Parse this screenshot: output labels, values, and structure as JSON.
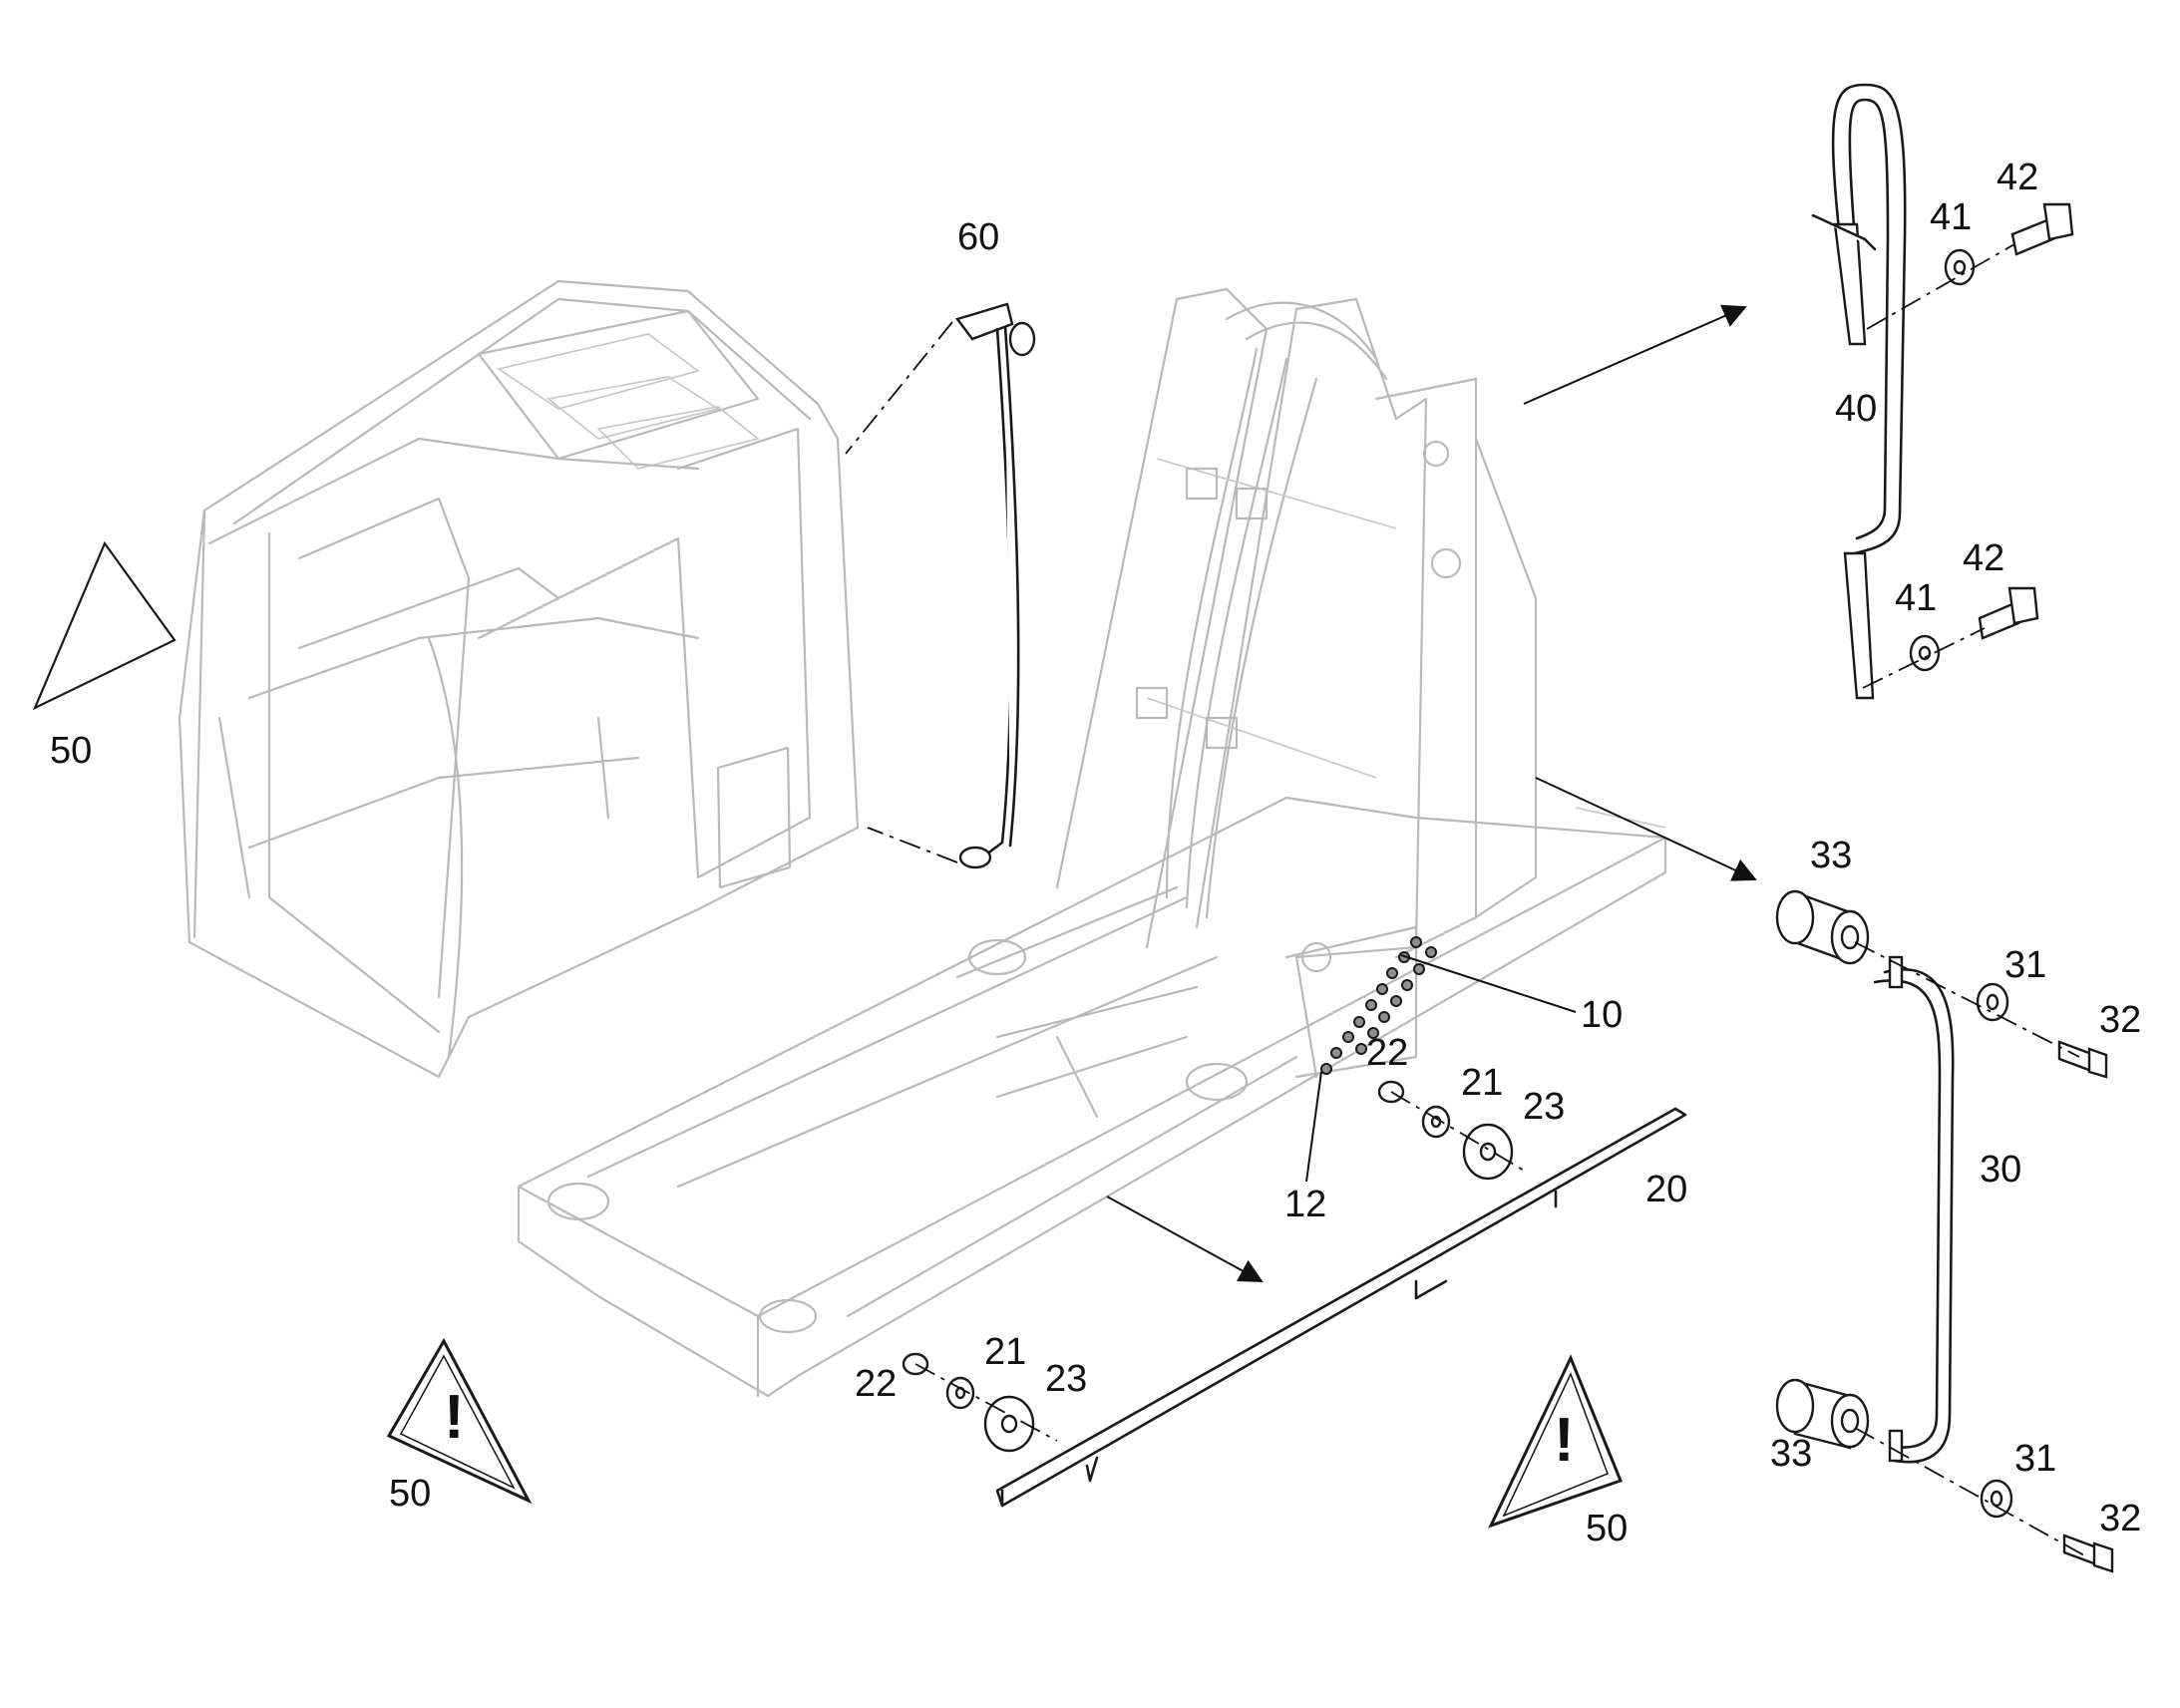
{
  "callouts": {
    "c60": "60",
    "c50_left": "50",
    "c50_bottom_left": "50",
    "c50_bottom_right": "50",
    "c10": "10",
    "c12": "12",
    "c20": "20",
    "c21_top": "21",
    "c22_top": "22",
    "c23_top": "23",
    "c21_bottom": "21",
    "c22_bottom": "22",
    "c23_bottom": "23",
    "c30": "30",
    "c31_top": "31",
    "c31_bottom": "31",
    "c32_top": "32",
    "c32_bottom": "32",
    "c33_top": "33",
    "c33_bottom": "33",
    "c40": "40",
    "c41_top": "41",
    "c41_bottom": "41",
    "c42_top": "42",
    "c42_bottom": "42"
  },
  "warning_symbol": "!",
  "icons": [
    "warning-triangle-icon",
    "plain-triangle-icon",
    "arrow-icon"
  ]
}
